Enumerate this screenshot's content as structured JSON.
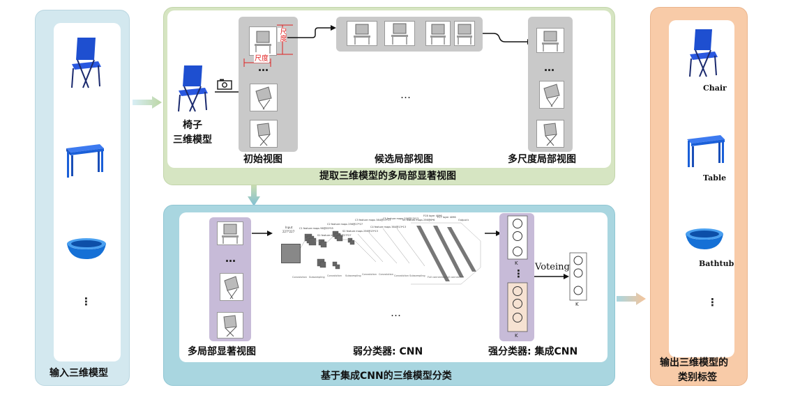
{
  "input_panel": {
    "label": "输入三维模型",
    "ellipsis": "⋮"
  },
  "extract_panel": {
    "title": "提取三维模型的多局部显著视图",
    "chair_label_line1": "椅子",
    "chair_label_line2": "三维模型",
    "initial_views_label": "初始视图",
    "candidate_views_label": "候选局部视图",
    "multiscale_views_label": "多尺度局部视图",
    "scale_label_v": "尺度",
    "scale_label_h": "尺度",
    "dots": "…",
    "candidate_dots": "…"
  },
  "classify_panel": {
    "title": "基于集成CNN的三维模型分类",
    "salient_views_label": "多局部显著视图",
    "weak_classifier_label": "弱分类器: CNN",
    "strong_classifier_label": "强分类器: 集成CNN",
    "voting_label": "Voteing",
    "k_label": "K",
    "dots": "…",
    "vdots": "⋮",
    "cnn": {
      "input_label": "Input",
      "input_size": "227*227",
      "layers": [
        "C1 feature maps 96@55*55",
        "S1 feature maps 96@27*27",
        "C2 feature maps 256@27*27",
        "S2 feature maps 256@13*13",
        "C3 feature maps 384@13*13",
        "C4 feature maps 384@13*13",
        "C5 feature maps 256@13*13",
        "S5 feature maps 256@6*6",
        "FC6 layer 4096",
        "FC7 layer 4096",
        "Output k"
      ],
      "ops": [
        "Convolution",
        "Subsampling",
        "Convolution",
        "Subsampling",
        "Convolution",
        "Convolution",
        "Convolution",
        "Subsampling",
        "Full connection",
        "Full connection"
      ]
    }
  },
  "output_panel": {
    "label_line1": "输出三维模型的",
    "label_line2": "类别标签",
    "classes": [
      "Chair",
      "Table",
      "Bathtub"
    ],
    "ellipsis": "⋮"
  },
  "colors": {
    "input_bg": "#d3e8ef",
    "extract_bg": "#d6e5c2",
    "classify_bg": "#a9d6e0",
    "output_bg": "#f8cba8",
    "chair_blue": "#1e4fd0",
    "table_blue": "#1a5fd8",
    "bathtub_blue": "#1570d6",
    "scale_red": "#e02020"
  }
}
